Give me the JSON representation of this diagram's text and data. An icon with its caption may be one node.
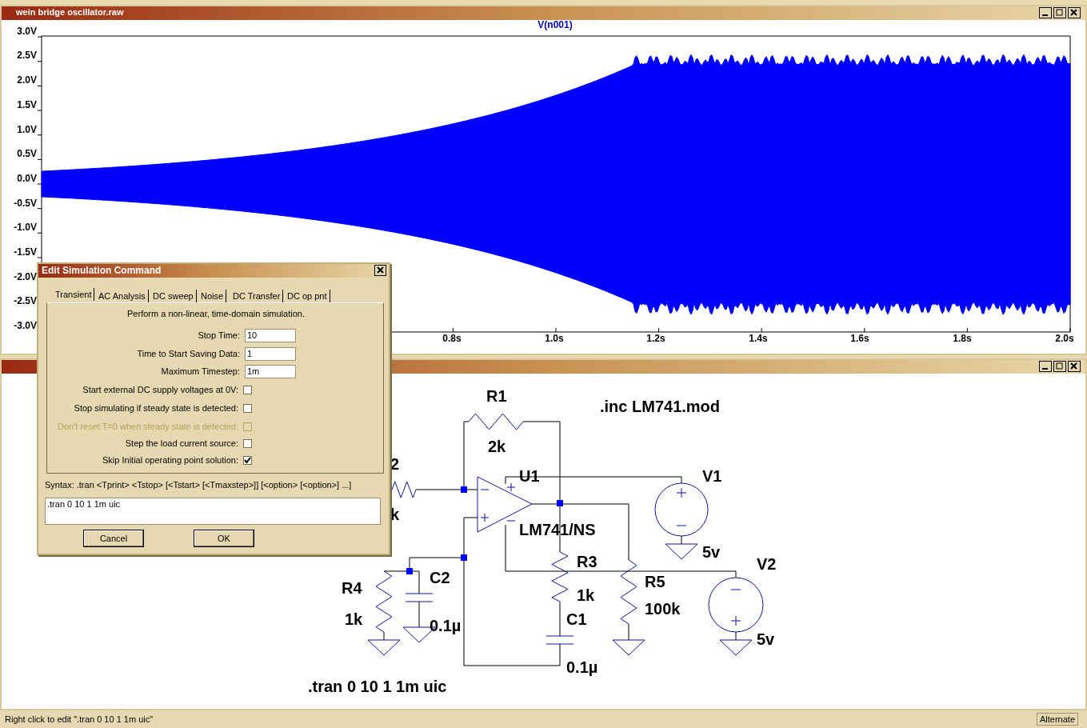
{
  "diagram": {
    "nodes": [
      {
        "text": [
          "wein bridge oscillator.raw"
        ]
      },
      {
        "text": [
          "Edit Simulation Command"
        ]
      },
      {
        "text": [
          "Cancel"
        ],
        "in": 1
      },
      {
        "text": [
          "OK"
        ],
        "in": 1
      }
    ],
    "labels": [
      "V(n001)",
      "3.0V",
      "2.5V",
      "2.0V",
      "1.5V",
      "1.0V",
      "0.5V",
      "0.0V",
      "-0.5V",
      "-1.0V",
      "-1.5V",
      "-2.0V",
      "-2.5V",
      "-3.0V",
      "0.8s",
      "1.0s",
      "1.2s",
      "1.4s",
      "1.6s",
      "1.8s",
      "2.0s",
      "R1",
      "2k",
      ".inc LM741.mod",
      "2",
      "U1",
      "V1",
      "k",
      "LM741/NS",
      "5v",
      "R3",
      "R5",
      "V2",
      "R4",
      "C2",
      "1k",
      "1k",
      "100k",
      "C1",
      "0.1µ",
      "5v",
      "0.1µ",
      ".tran 0 10 1 1m uic",
      "Transient",
      "AC Analysis",
      "DC sweep",
      "Noise",
      "DC Transfer",
      "DC op pnt",
      "Perform a non-linear, time-domain simulation.",
      "Stop Time:",
      "10",
      "Time to Start Saving Data:",
      "1",
      "Maximum Timestep:",
      "1m",
      "Start external DC supply voltages at 0V:",
      "Stop simulating if steady state is detected:",
      "Don't reset T=0 when steady state is detected:",
      "Step the load current source:",
      "Skip Initial operating point solution:",
      "Syntax:  .tran <Tprint> <Tstop> [<Tstart> [<Tmaxstep>]] [<option> [<option>] ...]",
      ".tran 0 10 1 1m uic",
      "Right click to edit \".tran 0 10 1 1m uic\"",
      "Alternate"
    ]
  }
}
